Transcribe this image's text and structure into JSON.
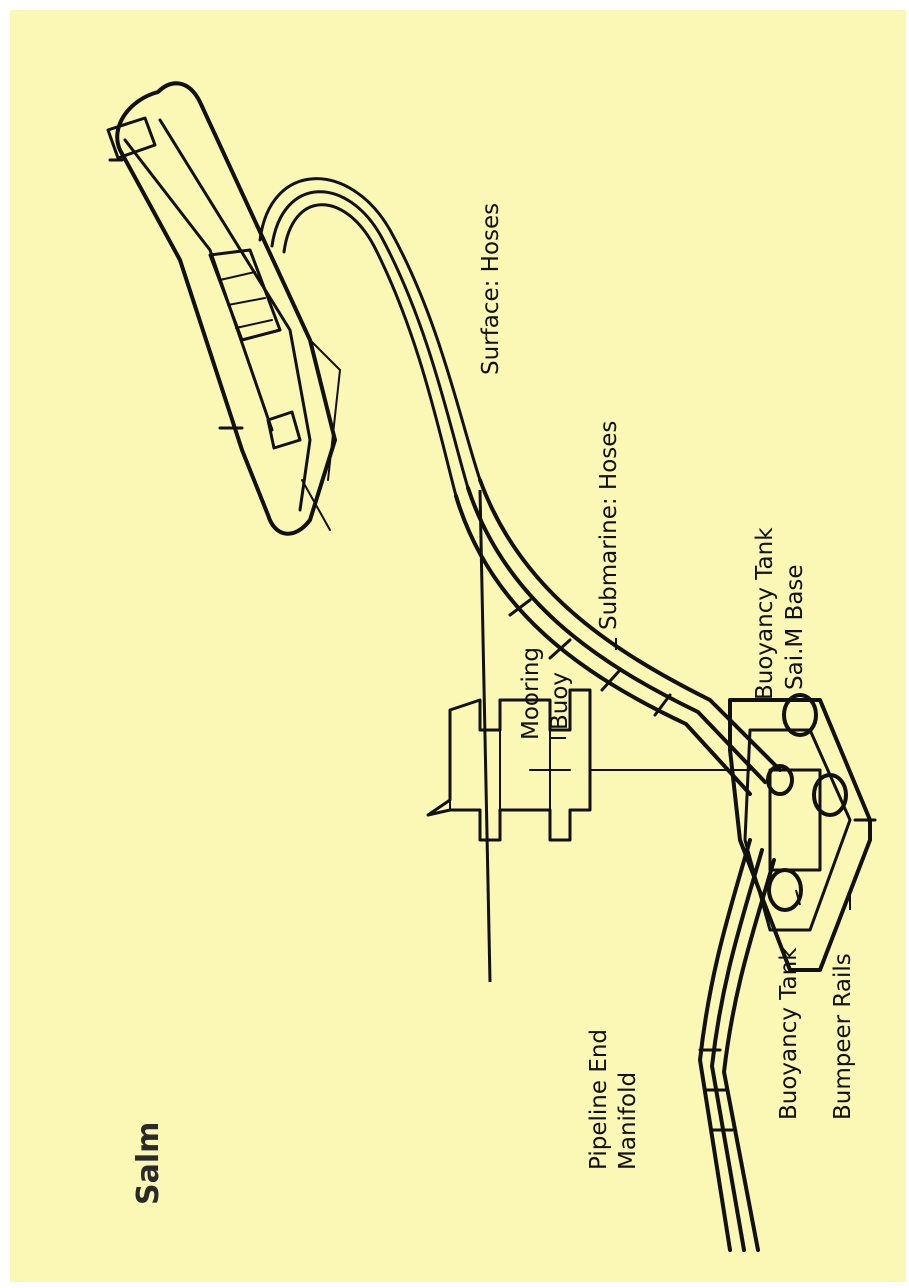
{
  "title": "Salm",
  "labels": {
    "surface_hoses": "Surface: Hoses",
    "submarine_hoses": "Submarine: Hoses",
    "mooring_buoy_line1": "Mooring",
    "mooring_buoy_line2": "Buoy",
    "buoyancy_tank_top": "Buoyancy Tank",
    "salm_base": "Sai.M Base",
    "buoyancy_tank_bottom": "Buoyancy Tank",
    "bumper_rails": "Bumpeer Rails",
    "plem_line1": "Pipeline End",
    "plem_line2": "Manifold"
  },
  "colors": {
    "background": "#fbf7b5",
    "ink": "#111111"
  }
}
